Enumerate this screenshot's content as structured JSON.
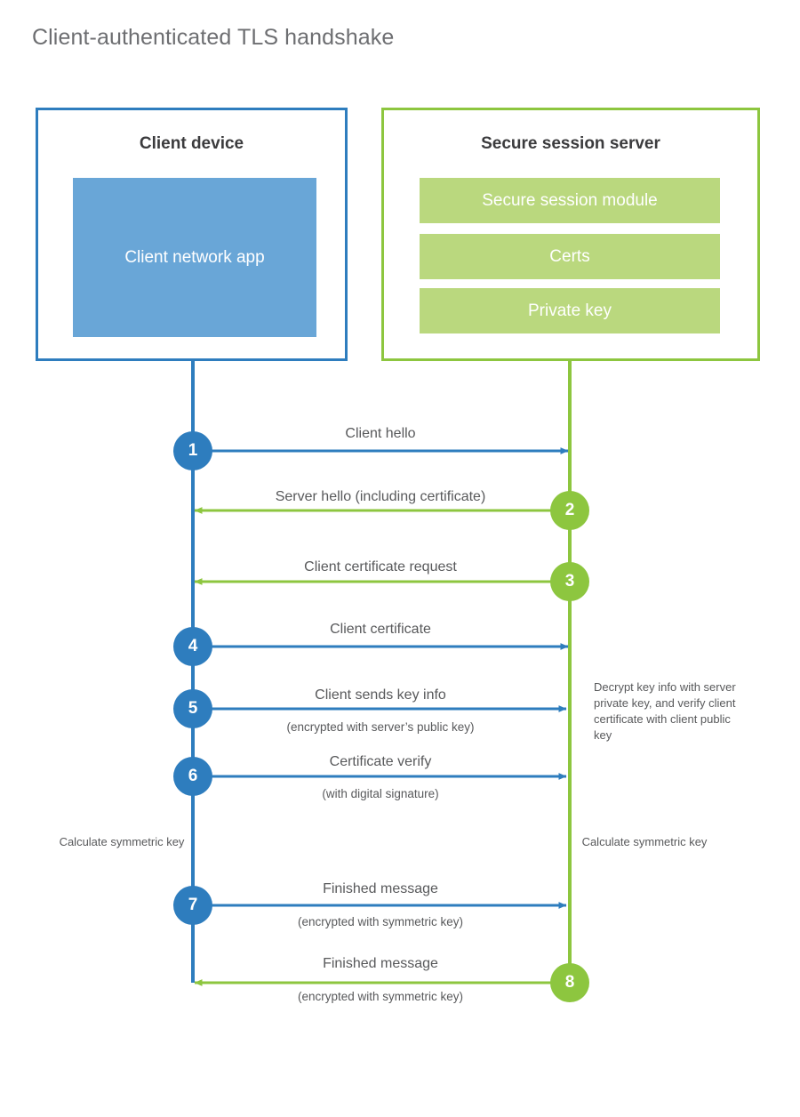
{
  "page": {
    "title": "Client-authenticated TLS handshake"
  },
  "colors": {
    "client_blue": "#2e7dbe",
    "client_app_blue": "#69a6d7",
    "server_green": "#8dc63f",
    "server_module_green": "#bad87e",
    "text_gray": "#58595b",
    "title_gray": "#6d6e71",
    "background": "#ffffff"
  },
  "entities": {
    "client": {
      "title": "Client device",
      "blocks": [
        {
          "label": "Client network app"
        }
      ]
    },
    "server": {
      "title": "Secure session server",
      "blocks": [
        {
          "label": "Secure session module"
        },
        {
          "label": "Certs"
        },
        {
          "label": "Private key"
        }
      ]
    }
  },
  "steps": [
    {
      "number": "1",
      "direction": "client-to-server",
      "actor": "client",
      "label": "Client hello",
      "sublabel": ""
    },
    {
      "number": "2",
      "direction": "server-to-client",
      "actor": "server",
      "label": "Server hello (including certificate)",
      "sublabel": ""
    },
    {
      "number": "3",
      "direction": "server-to-client",
      "actor": "server",
      "label": "Client certificate request",
      "sublabel": ""
    },
    {
      "number": "4",
      "direction": "client-to-server",
      "actor": "client",
      "label": "Client certificate",
      "sublabel": ""
    },
    {
      "number": "5",
      "direction": "client-to-server",
      "actor": "client",
      "label": "Client sends key info",
      "sublabel": "(encrypted with server’s public key)"
    },
    {
      "number": "6",
      "direction": "client-to-server",
      "actor": "client",
      "label": "Certificate verify",
      "sublabel": "(with digital signature)"
    },
    {
      "number": "7",
      "direction": "client-to-server",
      "actor": "client",
      "label": "Finished message",
      "sublabel": "(encrypted with symmetric key)"
    },
    {
      "number": "8",
      "direction": "server-to-client",
      "actor": "server",
      "label": "Finished message",
      "sublabel": "(encrypted with symmetric key)"
    }
  ],
  "notes": {
    "server_decrypt": "Decrypt key info with server private key, and verify client certificate with client public key",
    "client_calculate": "Calculate symmetric key",
    "server_calculate": "Calculate symmetric key"
  }
}
